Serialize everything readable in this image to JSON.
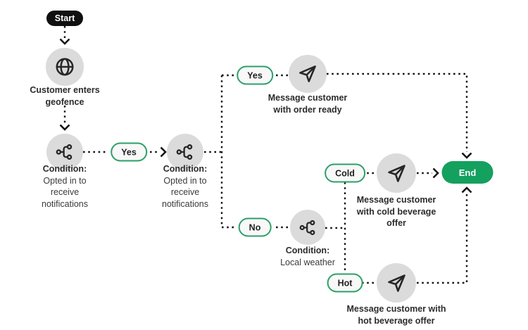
{
  "diagram": {
    "start": {
      "label": "Start"
    },
    "end": {
      "label": "End"
    },
    "branch_labels": {
      "yes1": "Yes",
      "yes2": "Yes",
      "no": "No",
      "cold": "Cold",
      "hot": "Hot"
    },
    "nodes": {
      "geofence": {
        "icon": "globe-icon",
        "lines": [
          "Customer enters",
          "geofence"
        ]
      },
      "condition_optin_1": {
        "icon": "branch-icon",
        "title": "Condition:",
        "lines": [
          "Opted in to",
          "receive",
          "notifications"
        ]
      },
      "condition_optin_2": {
        "icon": "branch-icon",
        "title": "Condition:",
        "lines": [
          "Opted in to",
          "receive",
          "notifications"
        ]
      },
      "message_order_ready": {
        "icon": "send-icon",
        "lines": [
          "Message customer",
          "with order ready"
        ]
      },
      "condition_weather": {
        "icon": "branch-icon",
        "title": "Condition:",
        "lines": [
          "Local weather"
        ]
      },
      "message_cold_offer": {
        "icon": "send-icon",
        "lines": [
          "Message customer",
          "with cold beverage",
          "offer"
        ]
      },
      "message_hot_offer": {
        "icon": "send-icon",
        "lines": [
          "Message customer with",
          "hot beverage offer"
        ]
      }
    },
    "colors": {
      "start_bg": "#101010",
      "end_bg": "#14A05E",
      "pill_border": "#2BA068",
      "pill_bg": "#F8F8F8",
      "circle_bg": "#DBDBDB",
      "icon": "#262626",
      "text": "#2B2B2B",
      "connector": "#151515",
      "page_bg": "#FFFFFF"
    }
  }
}
